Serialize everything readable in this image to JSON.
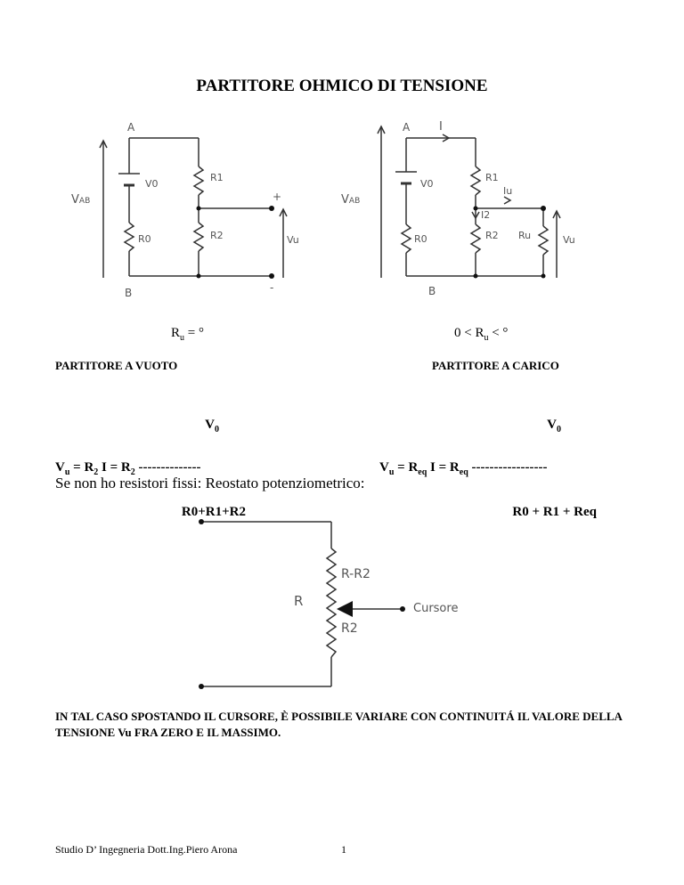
{
  "title": "PARTITORE OHMICO DI TENSIONE",
  "left_circuit": {
    "labels": {
      "a": "A",
      "b": "B",
      "vab": "V",
      "vab_sub": "AB",
      "v0": "V0",
      "r1": "R1",
      "r0": "R0",
      "r2": "R2",
      "vu": "Vu",
      "plus": "+",
      "minus": "-"
    },
    "condition": {
      "r": "R",
      "sub": "u",
      "rest": " = °"
    },
    "heading": "PARTITORE A VUOTO",
    "formula": {
      "numerator": "V",
      "numerator_sub": "0",
      "lhs": "V",
      "lhs_sub": "u",
      "mid": " = R",
      "mid_sub": "2",
      "mid2": " I = R",
      "mid2_sub": "2",
      "dashes": " --------------",
      "denominator": "R0+R1+R2"
    }
  },
  "right_circuit": {
    "labels": {
      "a": "A",
      "b": "B",
      "vab": "V",
      "vab_sub": "AB",
      "v0": "V0",
      "r1": "R1",
      "r0": "R0",
      "r2": "R2",
      "ru": "Ru",
      "vu": "Vu",
      "i": "I",
      "iu": "Iu",
      "i2": "I2"
    },
    "condition": {
      "pre": "0 < R",
      "sub": "u",
      "rest": " < °"
    },
    "heading": "PARTITORE A CARICO",
    "formula": {
      "numerator": "V",
      "numerator_sub": "0",
      "lhs": "V",
      "lhs_sub": "u",
      "mid": " = R",
      "mid_sub": "eq",
      "mid2": " I = R",
      "mid2_sub": "eq",
      "dashes": " -----------------",
      "denominator": "R0 + R1 + Req"
    }
  },
  "sentence": "Se non ho resistori fissi: Reostato potenziometrico:",
  "pot": {
    "r": "R",
    "r_minus_r2": "R-R2",
    "r2": "R2",
    "cursor": "Cursore"
  },
  "note": "IN TAL CASO SPOSTANDO IL CURSORE, È POSSIBILE VARIARE CON CONTINUITÁ IL VALORE DELLA TENSIONE Vu FRA ZERO E IL MASSIMO.",
  "footer": "Studio D’ Ingegneria Dott.Ing.Piero Arona",
  "page_number": "1"
}
